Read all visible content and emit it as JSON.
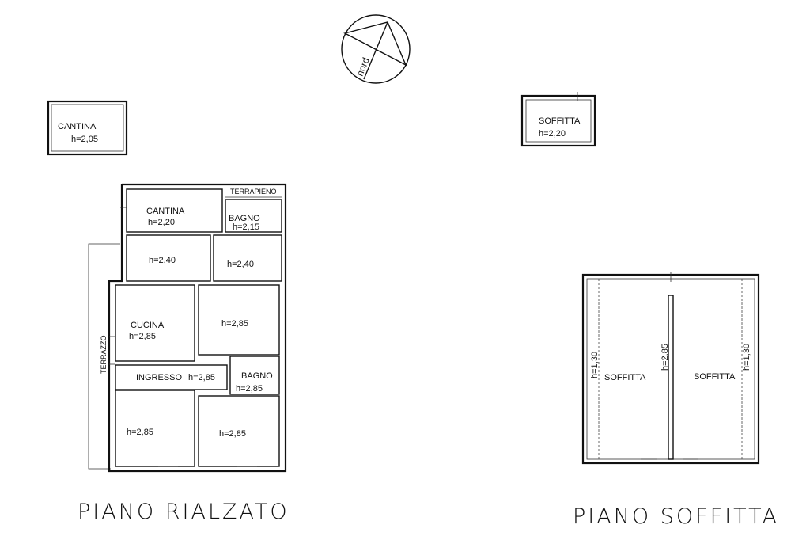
{
  "north": {
    "label": "nord"
  },
  "piano_rialzato": {
    "title": "PIANO RIALZATO",
    "terrazzo": "TERRAZZO",
    "cantina_detached": {
      "name": "CANTINA",
      "h": "h=2,05"
    },
    "terrapieno": "TERRAPIENO",
    "rooms": {
      "cantina": {
        "name": "CANTINA",
        "h": "h=2,20"
      },
      "bagno_top": {
        "name": "BAGNO",
        "h": "h=2,15"
      },
      "room_a": {
        "h": "h=2,40"
      },
      "room_b": {
        "h": "h=2,40"
      },
      "cucina": {
        "name": "CUCINA",
        "h": "h=2,85"
      },
      "room_c": {
        "h": "h=2,85"
      },
      "ingresso": {
        "name": "INGRESSO",
        "h": "h=2,85"
      },
      "bagno": {
        "name": "BAGNO",
        "h": "h=2,85"
      },
      "room_d": {
        "h": "h=2,85"
      },
      "room_e": {
        "h": "h=2,85"
      }
    }
  },
  "piano_soffitta": {
    "title": "PIANO SOFFITTA",
    "soffitta_detached": {
      "name": "SOFFITTA",
      "h": "h=2,20"
    },
    "left": {
      "name": "SOFFITTA",
      "h_edge": "h=1,30"
    },
    "right": {
      "name": "SOFFITTA",
      "h_edge": "h=1,30"
    },
    "center_h": "h=2,85"
  }
}
